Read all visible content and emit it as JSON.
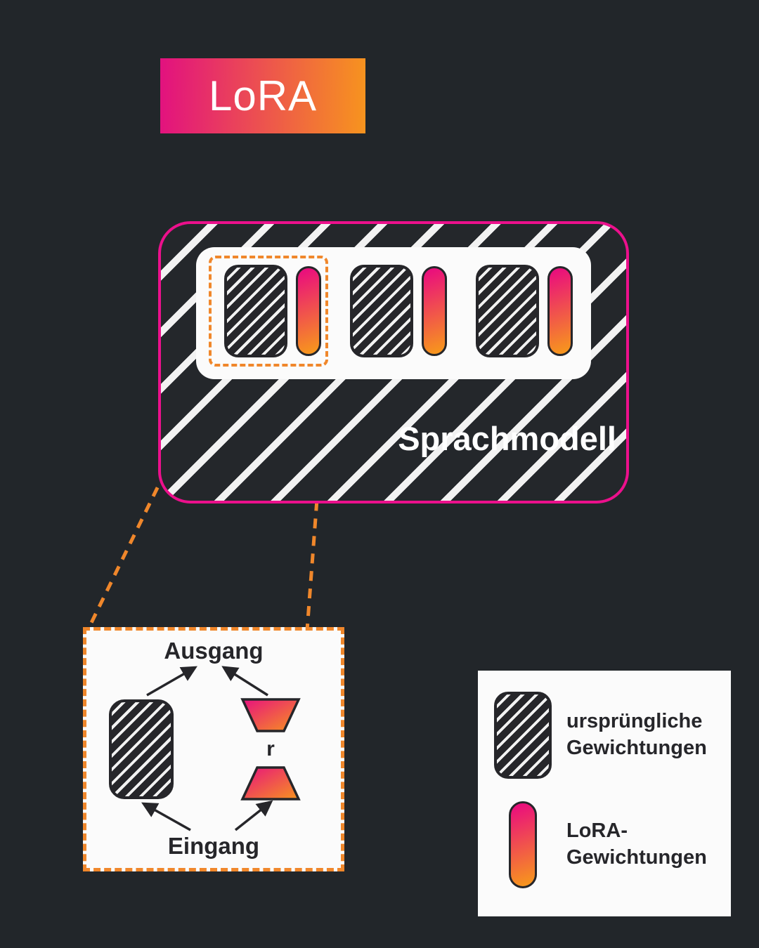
{
  "colors": {
    "background": "#22262a",
    "ink": "#26262a",
    "panel_white": "#fbfbfb",
    "accent_pink": "#e8117f",
    "accent_orange": "#f7941e",
    "dashed_orange": "#f0872b",
    "model_border_pink": "#ec108c"
  },
  "title_badge": {
    "label": "LoRA"
  },
  "model_box": {
    "label": "Sprachmodell"
  },
  "detail_box": {
    "output_label": "Ausgang",
    "input_label": "Eingang",
    "rank_label": "r"
  },
  "legend": {
    "items": [
      {
        "icon": "original-weights-icon",
        "label": "ursprüngliche Gewichtungen"
      },
      {
        "icon": "lora-weights-icon",
        "label": "LoRA-Gewichtungen"
      }
    ]
  }
}
